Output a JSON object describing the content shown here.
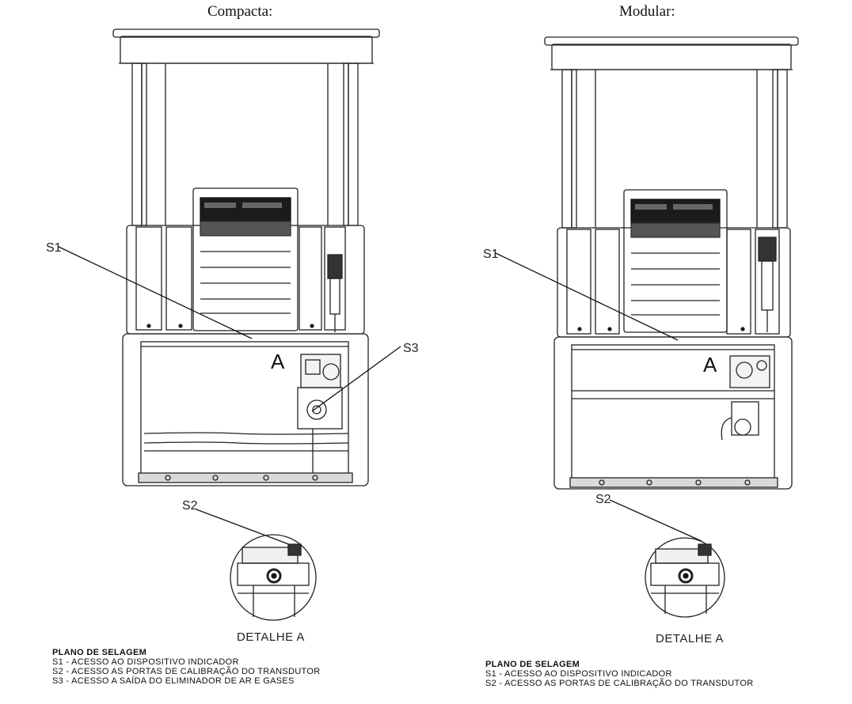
{
  "left": {
    "title": "Compacta:",
    "callouts": {
      "s1": "S1",
      "s2": "S2",
      "s3": "S3"
    },
    "detail_letter": "A",
    "detail_caption": "DETALHE A",
    "legend": {
      "title": "PLANO DE SELAGEM",
      "items": [
        "S1 - ACESSO AO DISPOSITIVO INDICADOR",
        "S2 - ACESSO AS PORTAS DE CALIBRAÇÃO DO TRANSDUTOR",
        "S3 - ACESSO A SAÍDA DO ELIMINADOR DE AR E GASES"
      ]
    }
  },
  "right": {
    "title": "Modular:",
    "callouts": {
      "s1": "S1",
      "s2": "S2"
    },
    "detail_letter": "A",
    "detail_caption": "DETALHE A",
    "legend": {
      "title": "PLANO DE SELAGEM",
      "items": [
        "S1 - ACESSO AO DISPOSITIVO INDICADOR",
        "S2 - ACESSO AS PORTAS DE CALIBRAÇÃO DO TRANSDUTOR"
      ]
    }
  }
}
